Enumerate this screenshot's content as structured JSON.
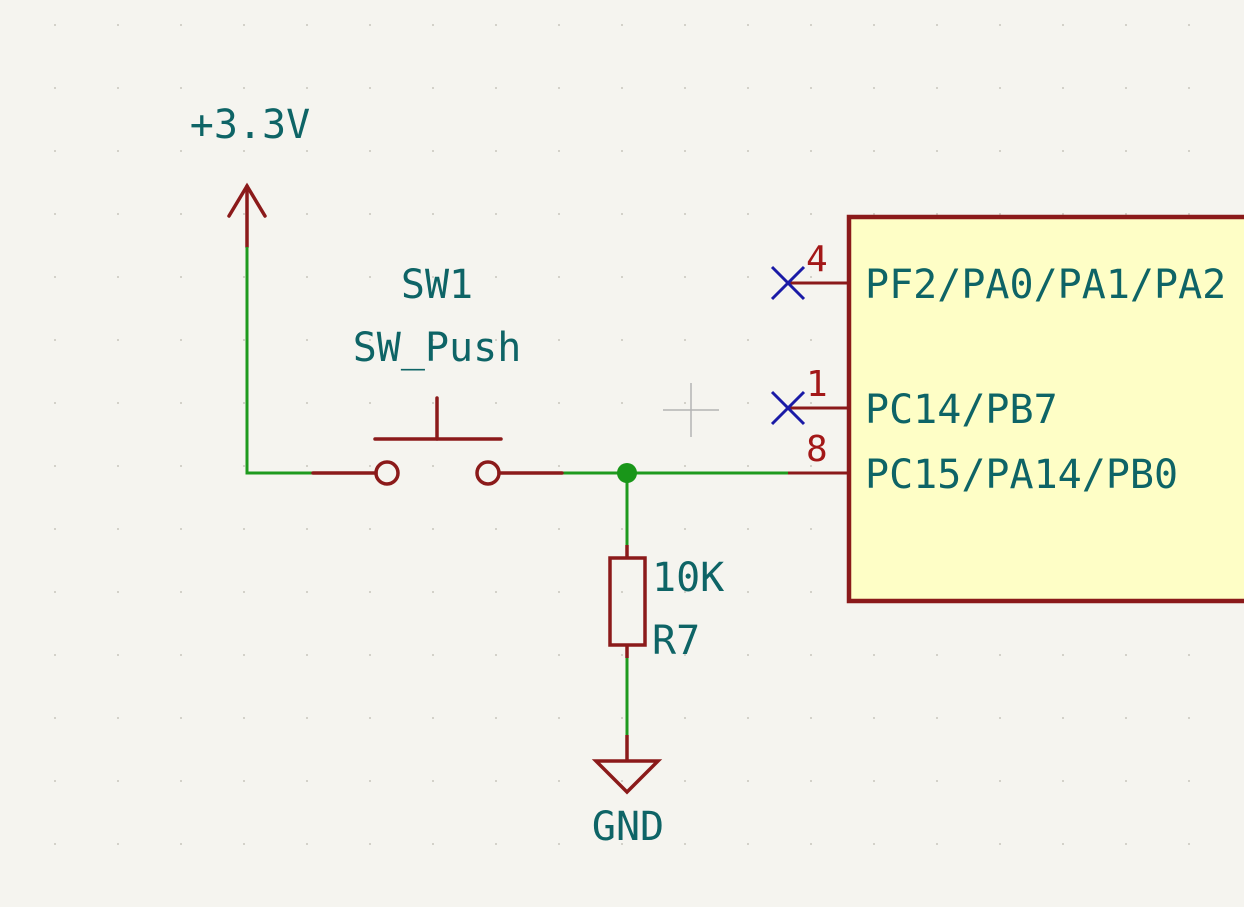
{
  "colors": {
    "background": "#f5f4ef",
    "grid_dot": "#c8c6bd",
    "wire": "#1e9a1e",
    "junction": "#199619",
    "symbol": "#8b1a1a",
    "ic_fill": "#fefec6",
    "text_label": "#0e6466",
    "pin_number": "#a31818",
    "no_connect": "#1a1aa6",
    "cursor": "#b4b4b4"
  },
  "power": {
    "vcc_label": "+3.3V",
    "gnd_label": "GND"
  },
  "switch": {
    "reference": "SW1",
    "value": "SW_Push"
  },
  "resistor": {
    "value": "10K",
    "reference": "R7"
  },
  "ic": {
    "pins": [
      {
        "number": "4",
        "name": "PF2/PA0/PA1/PA2",
        "no_connect": true
      },
      {
        "number": "1",
        "name": "PC14/PB7",
        "no_connect": true
      },
      {
        "number": "8",
        "name": "PC15/PA14/PB0",
        "no_connect": false
      }
    ]
  }
}
